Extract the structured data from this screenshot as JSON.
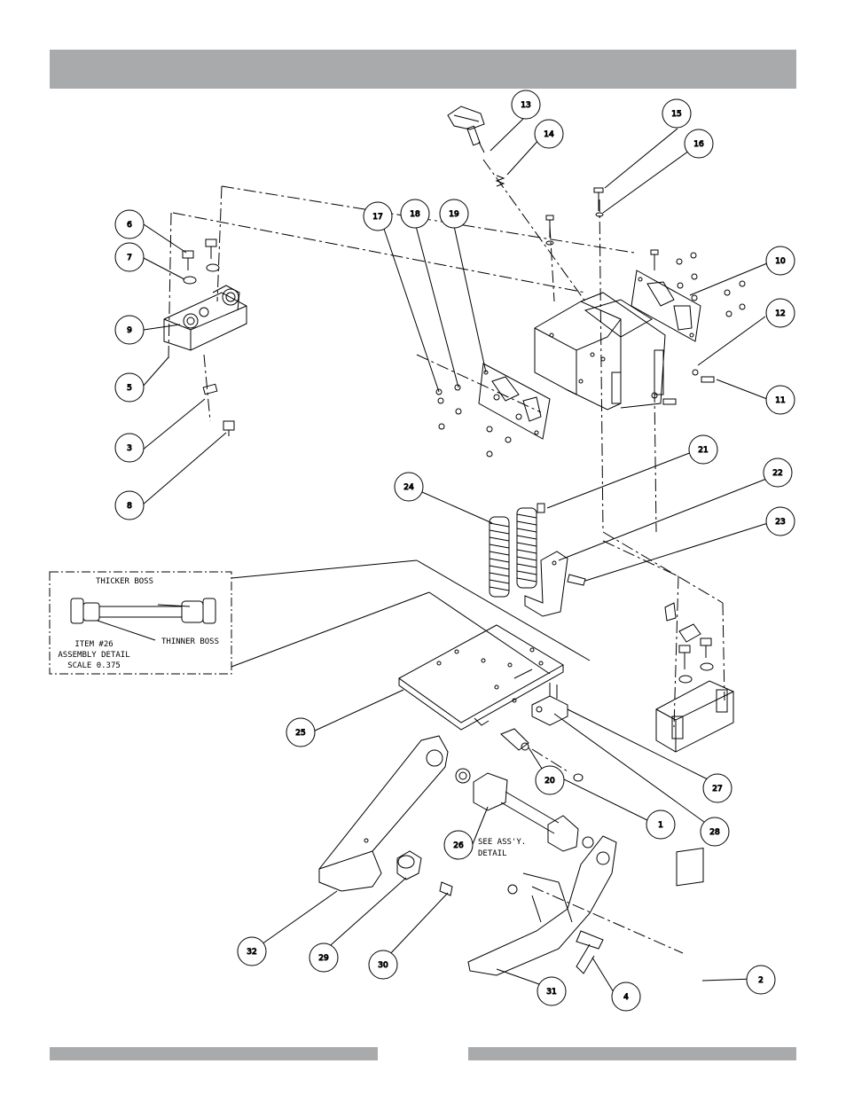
{
  "callouts": [
    "1",
    "2",
    "3",
    "4",
    "5",
    "6",
    "7",
    "8",
    "9",
    "10",
    "11",
    "12",
    "13",
    "14",
    "15",
    "16",
    "17",
    "18",
    "19",
    "20",
    "21",
    "22",
    "23",
    "24",
    "25",
    "26",
    "27",
    "28",
    "29",
    "30",
    "31",
    "32"
  ],
  "detail_box": {
    "thicker_boss": "THICKER BOSS",
    "thinner_boss": "THINNER BOSS",
    "line1": "ITEM #26",
    "line2": "ASSEMBLY DETAIL",
    "line3": "SCALE  0.375"
  },
  "item26_note": {
    "line1": "SEE ASS'Y.",
    "line2": "DETAIL"
  },
  "colors": {
    "bar": "#a9aaac",
    "ink": "#000000",
    "paper": "#ffffff"
  }
}
